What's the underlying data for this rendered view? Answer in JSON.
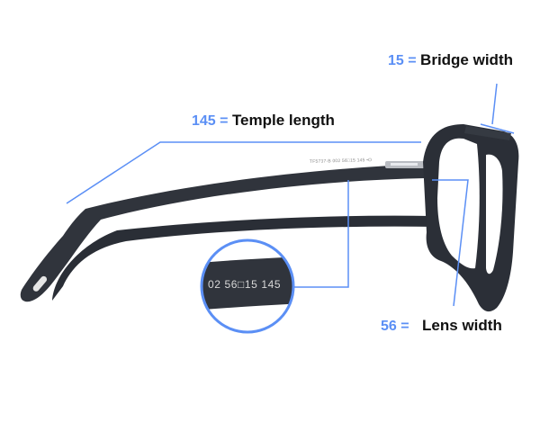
{
  "measurements": {
    "bridge": {
      "value": "15 =",
      "label": "Bridge width"
    },
    "temple": {
      "value": "145 =",
      "label": "Temple length"
    },
    "lens": {
      "value": "56 =",
      "label": "Lens width"
    }
  },
  "temple_print": "TF5737-B  002  56□15  145  •O",
  "zoom_print": "02  56□15  145",
  "colors": {
    "accent": "#5b8ff5",
    "frame": "#2c3038",
    "text": "#111111"
  }
}
